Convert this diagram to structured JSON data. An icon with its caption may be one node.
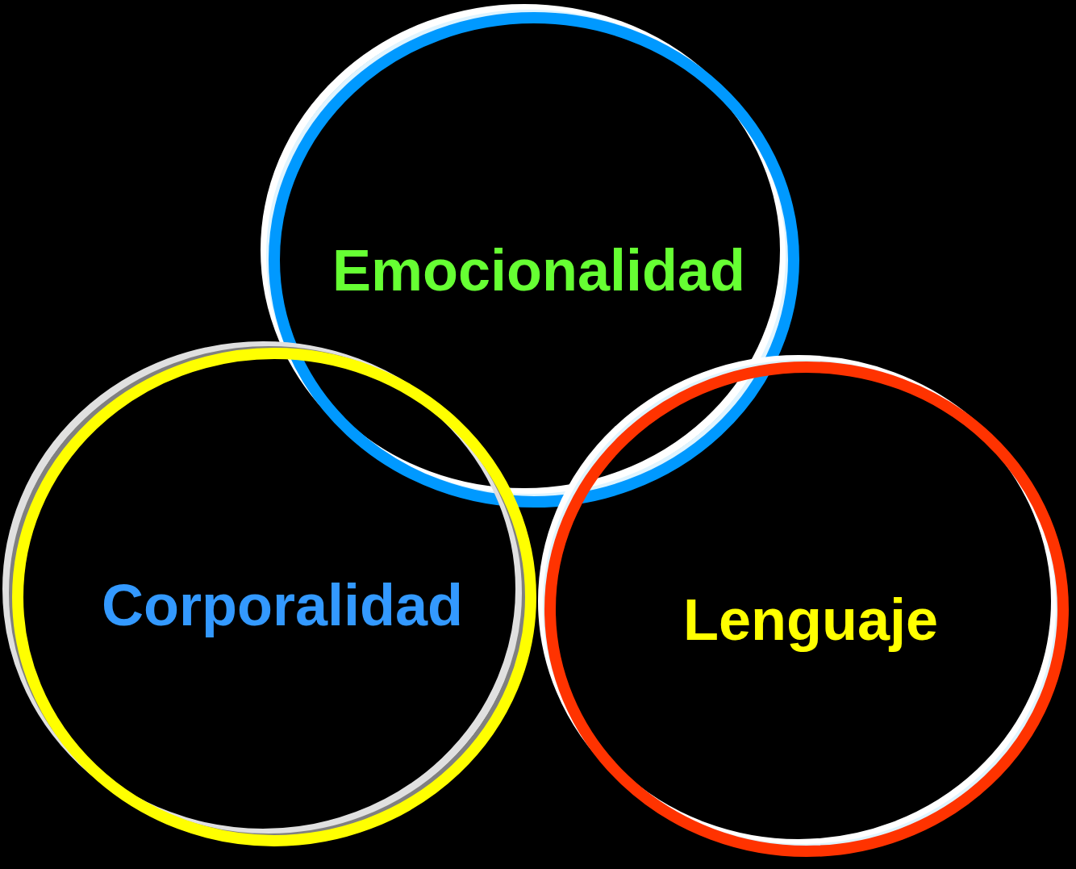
{
  "diagram": {
    "nodes": [
      {
        "text": [
          "Emocionalidad"
        ]
      },
      {
        "text": [
          "Corporalidad"
        ]
      },
      {
        "text": [
          "Lenguaje"
        ]
      }
    ]
  }
}
